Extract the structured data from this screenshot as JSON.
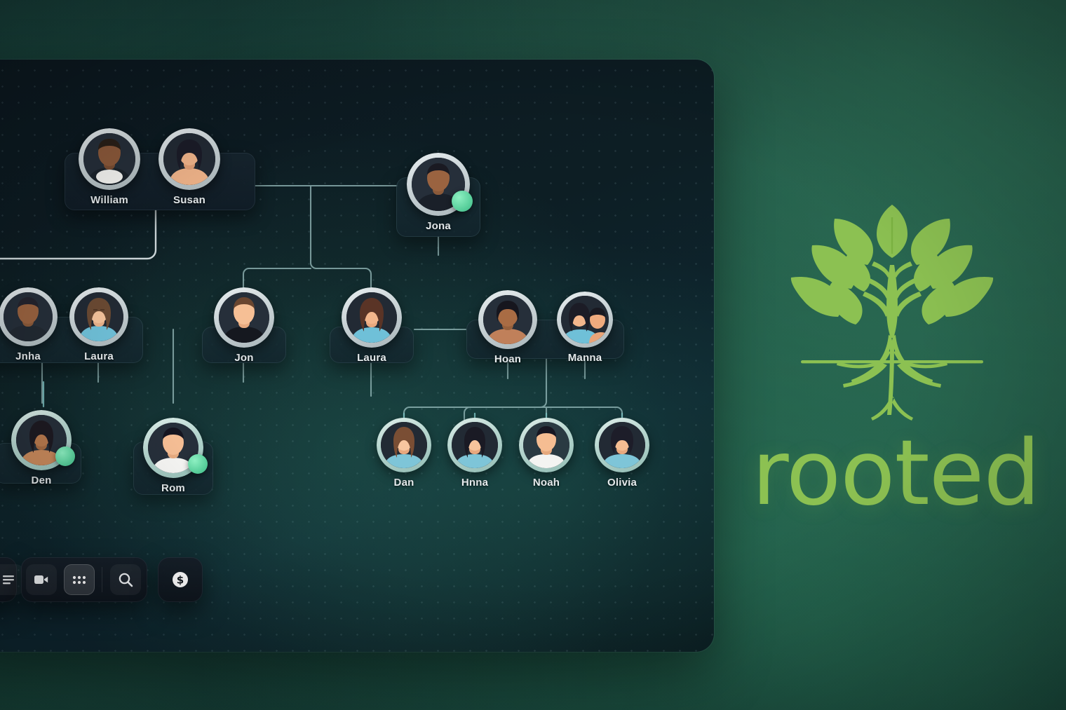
{
  "brand": {
    "name": "rooted",
    "logo_icon": "tree-with-roots-icon",
    "accent": "#8cc152"
  },
  "canvas": {
    "background": "#0d1e24",
    "connector_color": "#9fc4c4",
    "grid": "dotted"
  },
  "tree": {
    "nodes": [
      {
        "id": "william",
        "name": "William",
        "row": 1,
        "skin": "#8d5a3b",
        "hair": "#2a2018",
        "status": false
      },
      {
        "id": "susan",
        "name": "Susan",
        "row": 1,
        "skin": "#f0b48a",
        "hair": "#1b1c28",
        "status": false
      },
      {
        "id": "jona",
        "name": "Jona",
        "row": 1,
        "skin": "#9a6340",
        "hair": "#1a1a22",
        "status": true
      },
      {
        "id": "jnha",
        "name": "Jnha",
        "row": 2,
        "skin": "#9a6340",
        "hair": "#24242e",
        "status": false
      },
      {
        "id": "laura_l",
        "name": "Laura",
        "row": 2,
        "skin": "#f6c49c",
        "hair": "#6b4a33",
        "status": false
      },
      {
        "id": "jon",
        "name": "Jon",
        "row": 2,
        "skin": "#f6bf95",
        "hair": "#6a4630",
        "status": false
      },
      {
        "id": "laura_r",
        "name": "Laura",
        "row": 2,
        "skin": "#f3b68c",
        "hair": "#5a3426",
        "status": false
      },
      {
        "id": "hoan",
        "name": "Hoan",
        "row": 2,
        "skin": "#a96c44",
        "hair": "#16161e",
        "status": false
      },
      {
        "id": "manna",
        "name": "Manna",
        "row": 2,
        "skin": "#f3b68c",
        "hair": "#1c1c26",
        "status": false
      },
      {
        "id": "den",
        "name": "Den",
        "row": 3,
        "skin": "#b97a4e",
        "hair": "#1d1a22",
        "status": true
      },
      {
        "id": "rom",
        "name": "Rom",
        "row": 3,
        "skin": "#f4bd94",
        "hair": "#151520",
        "status": true
      },
      {
        "id": "dan",
        "name": "Dan",
        "row": 3,
        "skin": "#f7c6a0",
        "hair": "#7a4e34",
        "status": false
      },
      {
        "id": "hnna",
        "name": "Hnna",
        "row": 3,
        "skin": "#f6c49c",
        "hair": "#1a1a24",
        "status": false
      },
      {
        "id": "noah",
        "name": "Noah",
        "row": 3,
        "skin": "#f5bd92",
        "hair": "#171722",
        "status": false
      },
      {
        "id": "olivia",
        "name": "Olivia",
        "row": 3,
        "skin": "#f5bd92",
        "hair": "#1d1d29",
        "status": false
      }
    ],
    "couple_cards": [
      {
        "ids": [
          "william",
          "susan"
        ],
        "label": "William & Susan"
      },
      {
        "ids": [
          "jnha",
          "laura_l"
        ],
        "label": "Jnha & Laura"
      },
      {
        "ids": [
          "hoan",
          "manna"
        ],
        "label": "Hoan & Manna"
      }
    ]
  },
  "toolbar": {
    "groups": [
      {
        "buttons": [
          {
            "name": "list",
            "icon": "list-icon",
            "active": false
          }
        ]
      },
      {
        "buttons": [
          {
            "name": "video",
            "icon": "video-camera-icon",
            "active": false
          },
          {
            "name": "apps",
            "icon": "grid-dots-icon",
            "active": true
          },
          {
            "name": "search",
            "icon": "search-icon",
            "active": false
          }
        ]
      },
      {
        "buttons": [
          {
            "name": "money",
            "icon": "dollar-coin-icon",
            "active": false
          }
        ]
      }
    ]
  }
}
